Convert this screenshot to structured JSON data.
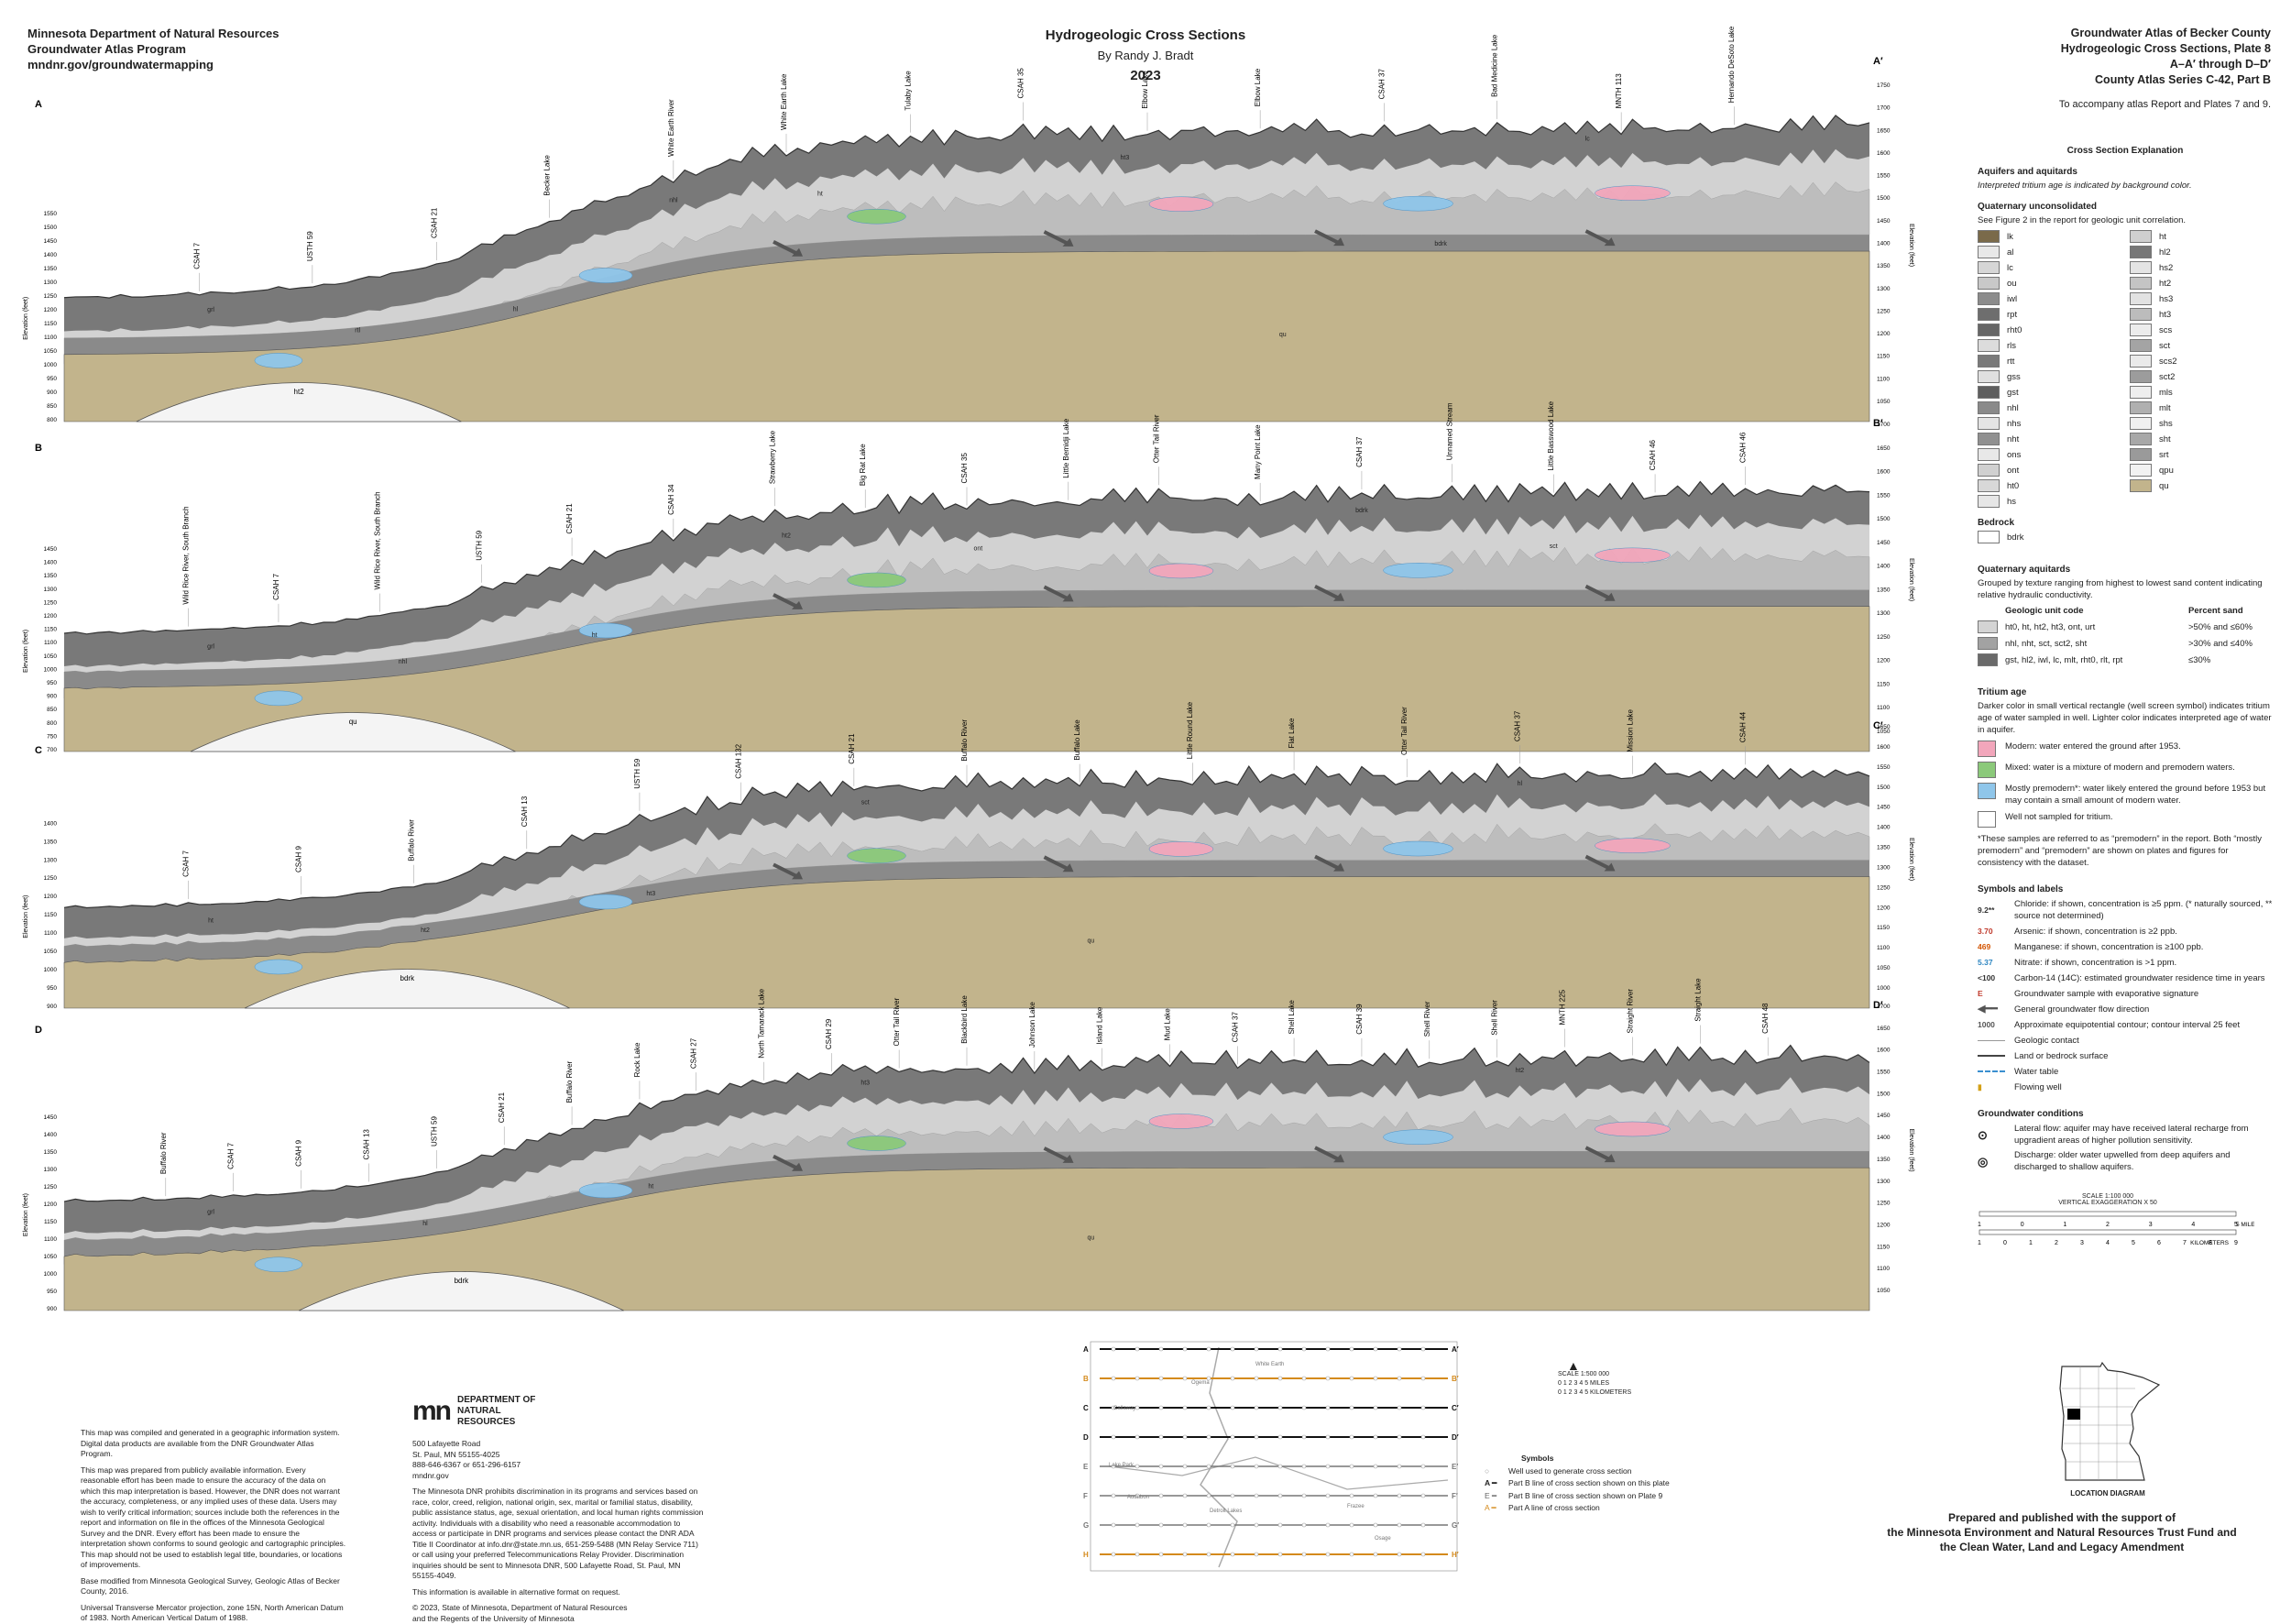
{
  "header": {
    "left": [
      "Minnesota Department of Natural Resources",
      "Groundwater Atlas Program",
      "mndnr.gov/groundwatermapping"
    ],
    "title": "Hydrogeologic Cross Sections",
    "author": "By Randy J. Bradt",
    "year": "2023",
    "right": [
      "Groundwater Atlas of Becker County",
      "Hydrogeologic Cross Sections, Plate 8",
      "A–A′ through D–D′",
      "County Atlas Series C-42, Part B"
    ],
    "accompany": "To accompany atlas Report and Plates 7 and 9."
  },
  "sections": [
    {
      "start": "A",
      "end": "A′",
      "elev_label": "Elevation (feet)",
      "features": [
        "CSAH 7",
        "USTH 59",
        "CSAH 21",
        "Becker Lake",
        "White Earth River",
        "White Earth Lake",
        "Tulaby Lake",
        "CSAH 35",
        "Elbow Lake",
        "Elbow Lake",
        "CSAH 37",
        "Bad Medicine Lake",
        "MNTH 113",
        "Hernando DeSoto Lake"
      ],
      "units": [
        "grl",
        "rtl",
        "hl",
        "nhl",
        "ht",
        "ht2",
        "ht3",
        "qu",
        "bdrk",
        "lc"
      ],
      "left_ticks": [
        "1550",
        "1500",
        "1450",
        "1400",
        "1350",
        "1300",
        "1250",
        "1200",
        "1150",
        "1100",
        "1050",
        "1000",
        "950",
        "900",
        "850",
        "800"
      ],
      "right_ticks": [
        "1750",
        "1700",
        "1650",
        "1600",
        "1550",
        "1500",
        "1450",
        "1400",
        "1350",
        "1300",
        "1250",
        "1200",
        "1150",
        "1100",
        "1050"
      ]
    },
    {
      "start": "B",
      "end": "B′",
      "elev_label": "Elevation (feet)",
      "features": [
        "Wild Rice River, South Branch",
        "CSAH 7",
        "Wild Rice River, South Branch",
        "USTH 59",
        "CSAH 21",
        "CSAH 34",
        "Strawberry Lake",
        "Big Rat Lake",
        "CSAH 35",
        "Little Bemidji Lake",
        "Otter Tail River",
        "Many Point Lake",
        "CSAH 37",
        "Unnamed Stream",
        "Little Basswood Lake",
        "CSAH 46",
        "CSAH 46"
      ],
      "units": [
        "grl",
        "nhl",
        "ht",
        "ht2",
        "ont",
        "qu",
        "bdrk",
        "sct"
      ],
      "left_ticks": [
        "1450",
        "1400",
        "1350",
        "1300",
        "1250",
        "1200",
        "1150",
        "1100",
        "1050",
        "1000",
        "950",
        "900",
        "850",
        "800",
        "750",
        "700"
      ],
      "right_ticks": [
        "1700",
        "1650",
        "1600",
        "1550",
        "1500",
        "1450",
        "1400",
        "1350",
        "1300",
        "1250",
        "1200",
        "1150",
        "1100",
        "1050"
      ]
    },
    {
      "start": "C",
      "end": "C′",
      "elev_label": "Elevation (feet)",
      "features": [
        "CSAH 7",
        "CSAH 9",
        "Buffalo River",
        "CSAH 13",
        "USTH 59",
        "CSAH 132",
        "CSAH 21",
        "Buffalo River",
        "Buffalo Lake",
        "Little Round Lake",
        "Flat Lake",
        "Otter Tail River",
        "CSAH 37",
        "Mission Lake",
        "CSAH 44"
      ],
      "units": [
        "ht",
        "ht2",
        "ht3",
        "sct",
        "qu",
        "bdrk",
        "hl"
      ],
      "left_ticks": [
        "1400",
        "1350",
        "1300",
        "1250",
        "1200",
        "1150",
        "1100",
        "1050",
        "1000",
        "950",
        "900"
      ],
      "right_ticks": [
        "1650",
        "1600",
        "1550",
        "1500",
        "1450",
        "1400",
        "1350",
        "1300",
        "1250",
        "1200",
        "1150",
        "1100",
        "1050",
        "1000"
      ]
    },
    {
      "start": "D",
      "end": "D′",
      "elev_label": "Elevation (feet)",
      "features": [
        "Buffalo River",
        "CSAH 7",
        "CSAH 9",
        "CSAH 13",
        "USTH 59",
        "CSAH 21",
        "Buffalo River",
        "Rock Lake",
        "CSAH 27",
        "North Tamarack Lake",
        "CSAH 29",
        "Otter Tail River",
        "Blackbird Lake",
        "Johnson Lake",
        "Island Lake",
        "Mud Lake",
        "CSAH 37",
        "Shell Lake",
        "CSAH 39",
        "Shell River",
        "Shell River",
        "MNTH 225",
        "Straight River",
        "Straight Lake",
        "CSAH 48"
      ],
      "units": [
        "grl",
        "hl",
        "ht",
        "ht3",
        "qu",
        "bdrk",
        "ht2"
      ],
      "left_ticks": [
        "1450",
        "1400",
        "1350",
        "1300",
        "1250",
        "1200",
        "1150",
        "1100",
        "1050",
        "1000",
        "950",
        "900"
      ],
      "right_ticks": [
        "1700",
        "1650",
        "1600",
        "1550",
        "1500",
        "1450",
        "1400",
        "1350",
        "1300",
        "1250",
        "1200",
        "1150",
        "1100",
        "1050"
      ]
    }
  ],
  "legend": {
    "title": "Cross Section Explanation",
    "aquifers_head": "Aquifers and aquitards",
    "aquifers_note": "Interpreted tritium age is indicated by background color.",
    "quat_head": "Quaternary unconsolidated",
    "quat_note": "See Figure 2 in the report for geologic unit correlation.",
    "units_left": [
      {
        "code": "lk",
        "color": "#7a6a4a"
      },
      {
        "code": "al",
        "color": "#e8e8e8"
      },
      {
        "code": "lc",
        "color": "#d6d6d6"
      },
      {
        "code": "ou",
        "color": "#c8c8c8"
      },
      {
        "code": "iwl",
        "color": "#8c8c8c"
      },
      {
        "code": "rpt",
        "color": "#6e6e6e"
      },
      {
        "code": "rht0",
        "color": "#666666"
      },
      {
        "code": "rls",
        "color": "#dcdcdc"
      },
      {
        "code": "rtt",
        "color": "#7a7a7a"
      },
      {
        "code": "gss",
        "color": "#e0e0e0"
      },
      {
        "code": "gst",
        "color": "#5e5e5e"
      },
      {
        "code": "nhl",
        "color": "#8a8a8a"
      },
      {
        "code": "nhs",
        "color": "#e4e4e4"
      },
      {
        "code": "nht",
        "color": "#909090"
      },
      {
        "code": "ons",
        "color": "#e8e8e8"
      },
      {
        "code": "ont",
        "color": "#d0d0d0"
      },
      {
        "code": "ht0",
        "color": "#d8d8d8"
      },
      {
        "code": "hs",
        "color": "#e6e6e6"
      }
    ],
    "units_right": [
      {
        "code": "ht",
        "color": "#cfcfcf"
      },
      {
        "code": "hl2",
        "color": "#777777"
      },
      {
        "code": "hs2",
        "color": "#e4e4e4"
      },
      {
        "code": "ht2",
        "color": "#c4c4c4"
      },
      {
        "code": "hs3",
        "color": "#e2e2e2"
      },
      {
        "code": "ht3",
        "color": "#bcbcbc"
      },
      {
        "code": "scs",
        "color": "#ececec"
      },
      {
        "code": "sct",
        "color": "#a4a4a4"
      },
      {
        "code": "scs2",
        "color": "#eaeaea"
      },
      {
        "code": "sct2",
        "color": "#9c9c9c"
      },
      {
        "code": "mls",
        "color": "#eeeeee"
      },
      {
        "code": "mlt",
        "color": "#b0b0b0"
      },
      {
        "code": "shs",
        "color": "#f0f0f0"
      },
      {
        "code": "sht",
        "color": "#a8a8a8"
      },
      {
        "code": "srt",
        "color": "#9a9a9a"
      },
      {
        "code": "qpu",
        "color": "#f2f2f2"
      },
      {
        "code": "qu",
        "color": "#c2b48c"
      }
    ],
    "bedrock_head": "Bedrock",
    "bedrock_code": "bdrk",
    "aquitards_head": "Quaternary aquitards",
    "aquitards_note": "Grouped by texture ranging from highest to lowest sand content indicating relative hydraulic conductivity.",
    "aquitard_col1": "Geologic unit code",
    "aquitard_col2": "Percent sand",
    "aquitard_rows": [
      {
        "codes": "ht0, ht, ht2, ht3, ont, urt",
        "pct": ">50% and ≤60%",
        "color": "#d4d4d4"
      },
      {
        "codes": "nhl, nht, sct, sct2, sht",
        "pct": ">30% and ≤40%",
        "color": "#a2a2a2"
      },
      {
        "codes": "gst, hl2, iwl, lc, mlt, rht0, rlt, rpt",
        "pct": "≤30%",
        "color": "#6a6a6a"
      }
    ],
    "tritium_head": "Tritium age",
    "tritium_note": "Darker color in small vertical rectangle (well screen symbol) indicates tritium age of water sampled in well. Lighter color indicates interpreted age of water in aquifer.",
    "tritium_rows": [
      {
        "label": "Modern: water entered the ground after 1953.",
        "color": "#f2a6bb"
      },
      {
        "label": "Mixed: water is a mixture of modern and premodern waters.",
        "color": "#8bc97a"
      },
      {
        "label": "Mostly premodern*: water likely entered the ground before 1953 but may contain a small amount of modern water.",
        "color": "#8fc6ea"
      },
      {
        "label": "Well not sampled for tritium.",
        "color": "#ffffff"
      }
    ],
    "tritium_foot": "*These samples are referred to as “premodern” in the report. Both “mostly premodern” and “premodern” are shown on plates and figures for consistency with the dataset.",
    "symbols_head": "Symbols and labels",
    "symbols": [
      {
        "sym": "9.2**",
        "color": "#333333",
        "label": "Chloride: if shown, concentration is ≥5 ppm. (* naturally sourced, ** source not determined)"
      },
      {
        "sym": "3.70",
        "color": "#c0392b",
        "label": "Arsenic: if shown, concentration is ≥2 ppb."
      },
      {
        "sym": "469",
        "color": "#d35400",
        "label": "Manganese: if shown, concentration is ≥100 ppb."
      },
      {
        "sym": "5.37",
        "color": "#2e86c1",
        "label": "Nitrate: if shown, concentration is >1 ppm."
      },
      {
        "sym": "<100",
        "color": "#333333",
        "label": "Carbon-14 (14C): estimated groundwater residence time in years"
      },
      {
        "sym": "E",
        "color": "#c0392b",
        "label": "Groundwater sample with evaporative signature"
      },
      {
        "sym": "arrow",
        "color": "#555555",
        "label": "General groundwater flow direction"
      },
      {
        "sym": "1000",
        "color": "#555555",
        "label": "Approximate equipotential contour; contour interval 25 feet"
      },
      {
        "sym": "line-thin",
        "color": "#888888",
        "label": "Geologic contact"
      },
      {
        "sym": "line-thick",
        "color": "#444444",
        "label": "Land or bedrock surface"
      },
      {
        "sym": "line-dash",
        "color": "#3a8fd0",
        "label": "Water table"
      },
      {
        "sym": "well",
        "color": "#d4a017",
        "label": "Flowing well"
      }
    ],
    "gw_head": "Groundwater conditions",
    "gw_rows": [
      "Lateral flow: aquifer may have received lateral recharge from upgradient areas of higher pollution sensitivity.",
      "Discharge: older water upwelled from deep aquifers and discharged to shallow aquifers."
    ],
    "scale_label": "SCALE 1:100 000",
    "vert_exag": "VERTICAL EXAGGERATION X 50",
    "miles_ticks": [
      "1",
      "0",
      "1",
      "2",
      "3",
      "4",
      "5"
    ],
    "miles_unit": "5 MILES",
    "km_ticks": [
      "1",
      "0",
      "1",
      "2",
      "3",
      "4",
      "5",
      "6",
      "7",
      "8",
      "9"
    ],
    "km_unit": "KILOMETERS"
  },
  "index_map": {
    "line_letters_left": [
      "A",
      "B",
      "C",
      "D",
      "E",
      "F",
      "G",
      "H"
    ],
    "line_letters_right": [
      "A′",
      "B′",
      "C′",
      "D′",
      "E′",
      "F′",
      "G′",
      "H′"
    ],
    "labels": [
      "White Earth",
      "Ogema",
      "Callaway",
      "Lake Park",
      "Audubon",
      "Detroit Lakes",
      "Frazee",
      "Osage"
    ],
    "scale": "SCALE 1:500 000",
    "scale_miles": "0 1 2 3 4 5 MILES",
    "scale_km": "0 1 2 3 4 5 KILOMETERS",
    "symbols_head": "Symbols",
    "symbols": [
      "Well used to generate cross section",
      "Part B line of cross section shown on this plate",
      "Part B line of cross section shown on Plate 9",
      "Part A line of cross section"
    ]
  },
  "location": {
    "label": "LOCATION DIAGRAM"
  },
  "footer": {
    "disclaimer": [
      "This map was compiled and generated in a geographic information system. Digital data products are available from the DNR Groundwater Atlas Program.",
      "This map was prepared from publicly available information. Every reasonable effort has been made to ensure the accuracy of the data on which this map interpretation is based. However, the DNR does not warrant the accuracy, completeness, or any implied uses of these data. Users may wish to verify critical information; sources include both the references in the report and information on file in the offices of the Minnesota Geological Survey and the DNR. Every effort has been made to ensure the interpretation shown conforms to sound geologic and cartographic principles. This map should not be used to establish legal title, boundaries, or locations of improvements.",
      "Base modified from Minnesota Geological Survey, Geologic Atlas of Becker County, 2016.",
      "Universal Transverse Mercator projection, zone 15N, North American Datum of 1983. North American Vertical Datum of 1988."
    ],
    "dnr_name": "DEPARTMENT OF NATURAL RESOURCES",
    "dnr_address": [
      "500 Lafayette Road",
      "St. Paul, MN 55155-4025",
      "888-646-6367 or 651-296-6157",
      "mndnr.gov"
    ],
    "dnr_equal": "The Minnesota DNR prohibits discrimination in its programs and services based on race, color, creed, religion, national origin, sex, marital or familial status, disability, public assistance status, age, sexual orientation, and local human rights commission activity. Individuals with a disability who need a reasonable accommodation to access or participate in DNR programs and services please contact the DNR ADA Title II Coordinator at info.dnr@state.mn.us, 651-259-5488 (MN Relay Service 711) or call using your preferred Telecommunications Relay Provider. Discrimination inquiries should be sent to Minnesota DNR, 500 Lafayette Road, St. Paul, MN 55155-4049.",
    "dnr_alt": "This information is available in alternative format on request.",
    "copyright": [
      "© 2023, State of Minnesota, Department of Natural Resources",
      "and the Regents of the University of Minnesota"
    ],
    "prepared": [
      "Prepared and published with the support of",
      "the Minnesota Environment and Natural Resources Trust Fund and",
      "the Clean Water, Land and Legacy Amendment"
    ]
  }
}
